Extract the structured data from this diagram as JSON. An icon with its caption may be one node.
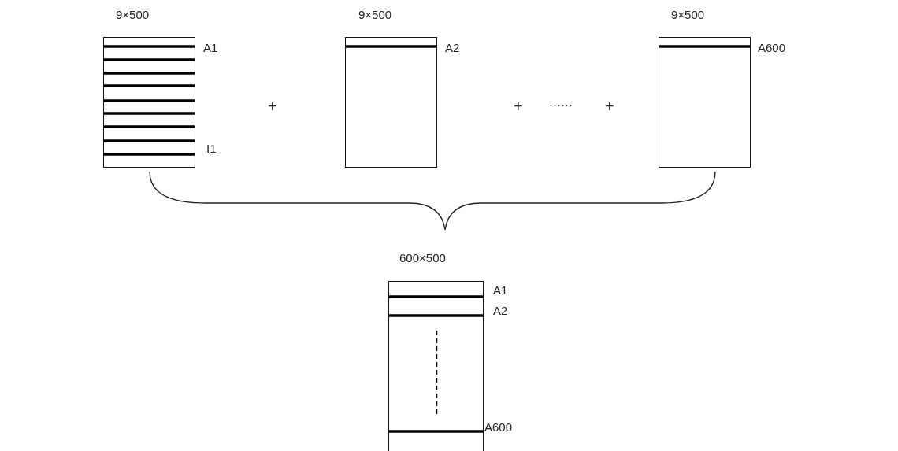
{
  "diagram": {
    "nodes": [
      {
        "text": [],
        "shape": "box",
        "beside": [
          "9×500",
          "A1",
          "I1"
        ]
      },
      {
        "text": [],
        "shape": "box",
        "beside": [
          "9×500",
          "A2"
        ]
      },
      {
        "text": [],
        "shape": "box",
        "beside": [
          "9×500",
          "A600"
        ]
      },
      {
        "text": [],
        "shape": "box",
        "beside": [
          "600×500",
          "A1",
          "A2",
          "A600"
        ]
      }
    ],
    "edges": [],
    "labels": [
      "+",
      "+",
      "······",
      "+"
    ]
  }
}
